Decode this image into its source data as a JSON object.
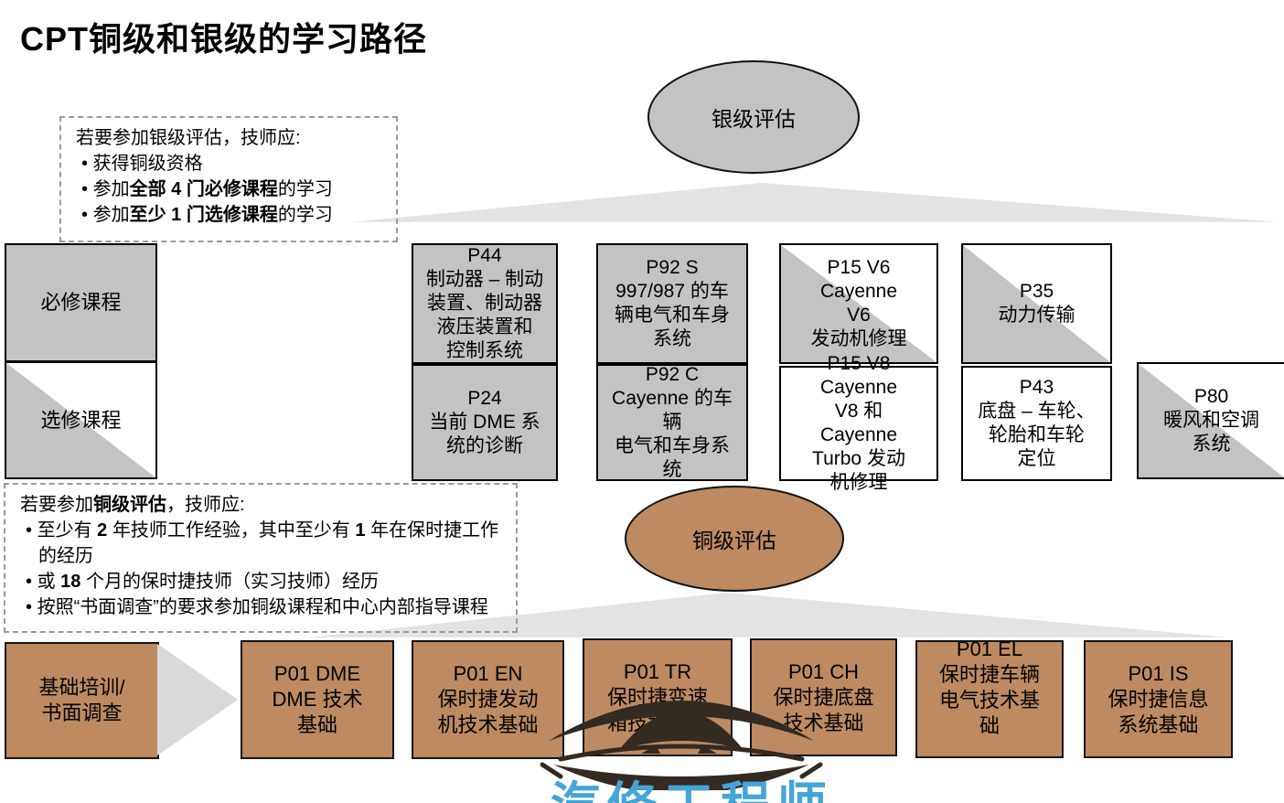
{
  "title": "CPT铜级和银级的学习路径",
  "bullet": "•",
  "silver_assessment": {
    "label": "银级评估",
    "requirements": {
      "heading": "若要参加银级评估，技师应:",
      "b1": "获得铜级资格",
      "b2_pre": "参加",
      "b2_bold": "全部 4 门必修课程",
      "b2_post": "的学习",
      "b3_pre": "参加",
      "b3_bold": "至少 1 门选修课程",
      "b3_post": "的学习"
    }
  },
  "bronze_assessment": {
    "label": "铜级评估",
    "requirements": {
      "heading_pre": "若要参加",
      "heading_bold": "铜级评估",
      "heading_post": "，技师应:",
      "b1_s0": "至少有 ",
      "b1_n0": "2",
      "b1_s1": " 年技师工作经验，其中至少有 ",
      "b1_n1": "1",
      "b1_s2": " 年在保时捷工作的经历",
      "b2_s0": "或 ",
      "b2_n0": "18",
      "b2_s1": " 个月的保时捷技师（实习技师）经历",
      "b3": "按照“书面调查”的要求参加铜级课程和中心内部指导课程"
    }
  },
  "legend": {
    "required": "必修课程",
    "elective": "选修课程"
  },
  "courses": {
    "p44": "P44\n制动器 – 制动\n装置、制动器\n液压装置和\n控制系统",
    "p92s": "P92 S\n997/987 的车\n辆电气和车身\n系统",
    "p15v6": "P15 V6\nCayenne\nV6\n发动机修理",
    "p35": "P35\n动力传输",
    "p24": "P24\n当前 DME 系\n统的诊断",
    "p92c": "P92 C\nCayenne 的车\n辆\n电气和车身系\n统",
    "p15v8": "P15 V8\nCayenne\nV8 和\nCayenne\nTurbo 发动\n机修理",
    "p43": "P43\n底盘 – 车轮、\n轮胎和车轮\n定位",
    "p80": "P80\n暖风和空调\n系统"
  },
  "bronze_courses": {
    "foundation": "基础培训/\n书面调查",
    "p01dme": "P01 DME\nDME 技术\n基础",
    "p01en": "P01 EN\n保时捷发动\n机技术基础",
    "p01tr": "P01 TR\n保时捷变速\n箱技术基础",
    "p01ch": "P01 CH\n保时捷底盘\n技术基础",
    "p01el": "P01 EL\n保时捷车辆\n电气技术基\n础",
    "p01is": "P01 IS\n保时捷信息\n系统基础"
  },
  "watermark": {
    "text": "汽修工程师",
    "text_color": "#45a5d6",
    "logo_color": "#332a22"
  },
  "colors": {
    "silver_fill": "#c3c3c3",
    "bronze_fill": "#bd8a61",
    "funnel_fill": "#e3e3e3",
    "arrow_fill": "#d9d9d9",
    "dashed_border": "#9a9a9a"
  }
}
